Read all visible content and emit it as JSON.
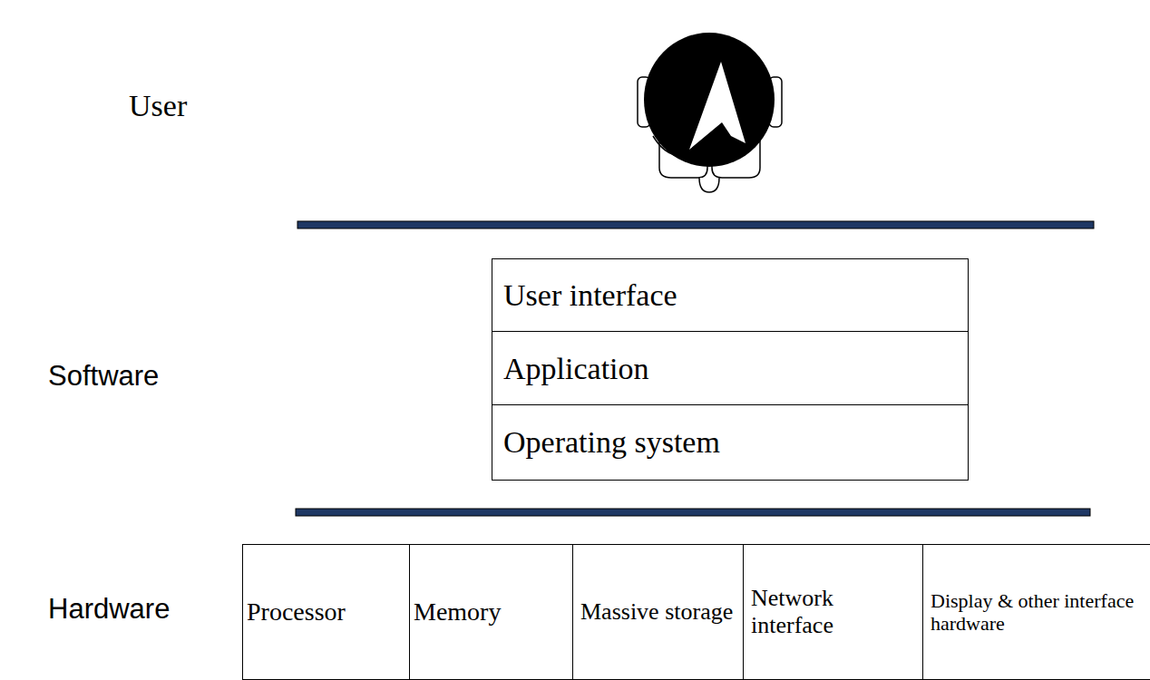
{
  "diagram": {
    "nodes": [
      {
        "text": [
          "User interface"
        ]
      },
      {
        "text": [
          "Application"
        ]
      },
      {
        "text": [
          "Operating system"
        ]
      },
      {
        "text": [
          "Processor"
        ]
      },
      {
        "text": [
          "Memory"
        ]
      },
      {
        "text": [
          "Massive storage"
        ]
      },
      {
        "text": [
          "Network interface"
        ]
      },
      {
        "text": [
          "Display & other interface hardware"
        ]
      }
    ],
    "labels": [
      "User",
      "Software",
      "Hardware"
    ]
  }
}
